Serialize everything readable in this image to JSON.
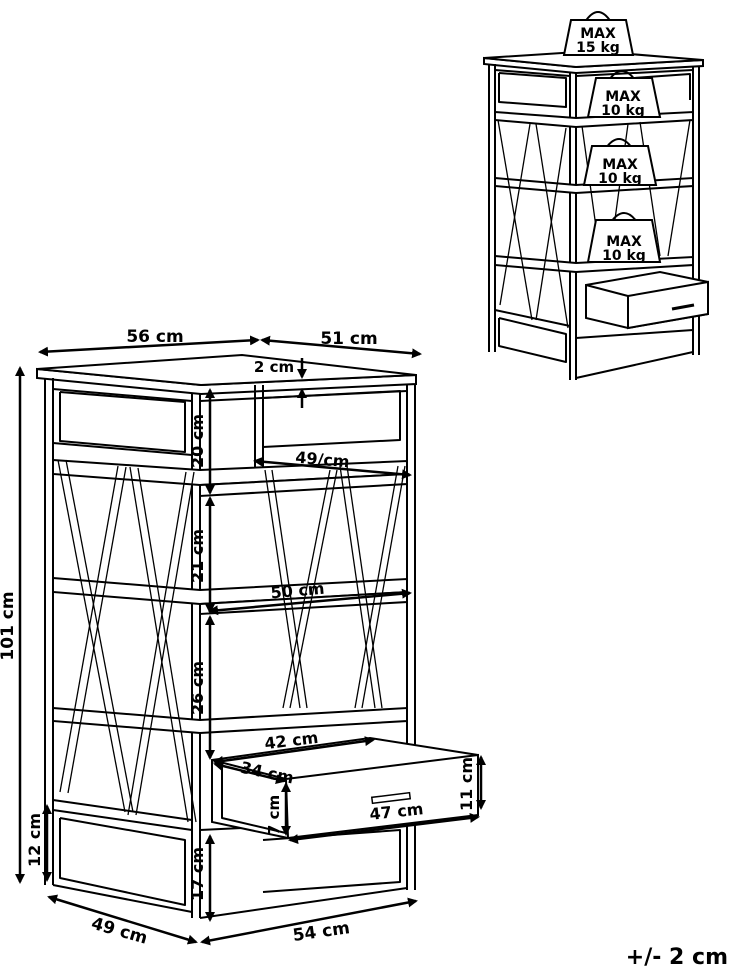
{
  "dimensions": {
    "top_width": "56 cm",
    "top_depth": "51 cm",
    "top_thickness": "2 cm",
    "top_compartment_height": "20 cm",
    "shelf_top_depth": "49/cm",
    "second_gap_height": "21 cm",
    "middle_shelf_width": "50 cm",
    "third_gap_height": "26 cm",
    "drawer_inner_width": "42 cm",
    "drawer_inner_depth": "34 cm",
    "drawer_inner_height": "7 cm",
    "drawer_front_width": "47 cm",
    "drawer_front_height": "11 cm",
    "bottom_panel_height": "12 cm",
    "leg_height": "17 cm",
    "total_height": "101 cm",
    "base_depth": "49 cm",
    "base_width": "54 cm"
  },
  "load_limits": [
    {
      "max": "MAX",
      "weight": "15 kg"
    },
    {
      "max": "MAX",
      "weight": "10 kg"
    },
    {
      "max": "MAX",
      "weight": "10 kg"
    },
    {
      "max": "MAX",
      "weight": "10 kg"
    }
  ],
  "tolerance": "+/- 2 cm"
}
